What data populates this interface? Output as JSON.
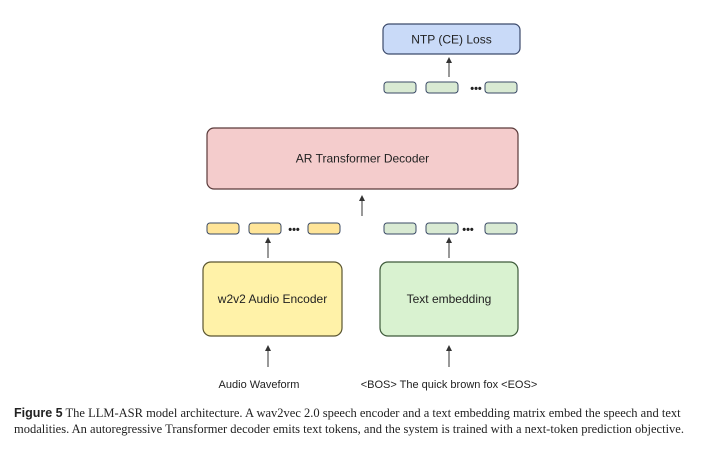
{
  "diagram": {
    "loss_box": {
      "label": "NTP (CE) Loss",
      "fill": "#c9daf8",
      "stroke": "#3c4a6b"
    },
    "decoder_box": {
      "label": "AR Transformer Decoder",
      "fill": "#f4cccc",
      "stroke": "#5a3a3a"
    },
    "audio_encoder_box": {
      "label": "w2v2 Audio Encoder",
      "fill": "#fff2a8",
      "stroke": "#5a5530"
    },
    "text_embedding_box": {
      "label": "Text embedding",
      "fill": "#d9f2d0",
      "stroke": "#3e5a3a"
    },
    "audio_token_fill": "#ffe599",
    "text_token_fill": "#d9ead3",
    "ellipsis": "•••",
    "inputs": {
      "audio": "Audio Waveform",
      "text": "<BOS> The quick brown fox <EOS>"
    }
  },
  "caption": {
    "figure_label": "Figure 5",
    "text": "The LLM-ASR model architecture. A wav2vec 2.0 speech encoder and a text embedding matrix embed the speech and text modalities. An autoregressive Transformer decoder emits text tokens, and the system is trained with a next-token prediction objective."
  }
}
